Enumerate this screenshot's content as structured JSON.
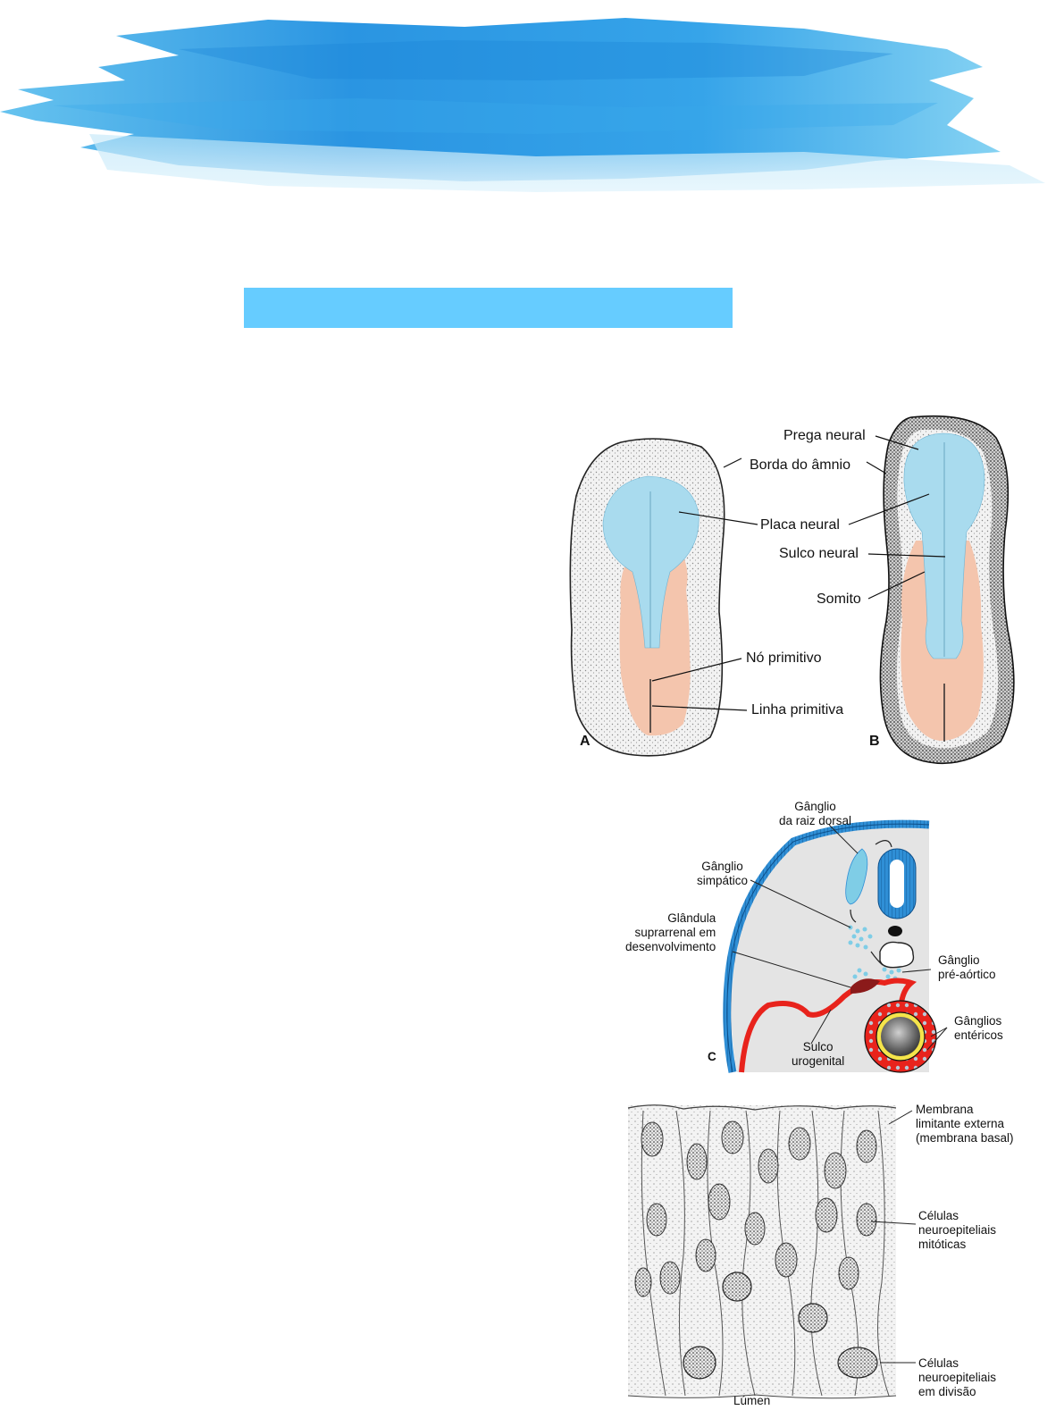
{
  "colors": {
    "banner_blue": "#2e9fe6",
    "title_bar": "#66ccff",
    "neural_blue": "#a9dbee",
    "mesoderm_peach": "#f4c5ad",
    "vessel_red": "#e8231c",
    "ectoderm_blue": "#2f8fd6"
  },
  "figure_ab": {
    "labels": {
      "prega_neural": "Prega neural",
      "borda_amnio": "Borda do âmnio",
      "placa_neural": "Placa neural",
      "sulco_neural": "Sulco neural",
      "somito": "Somito",
      "no_primitivo": "Nó primitivo",
      "linha_primitiva": "Linha primitiva",
      "letter_a": "A",
      "letter_b": "B"
    }
  },
  "figure_c": {
    "labels": {
      "ganglio_raiz_1": "Gânglio",
      "ganglio_raiz_2": "da raiz dorsal",
      "ganglio_simp_1": "Gânglio",
      "ganglio_simp_2": "simpático",
      "glandula_1": "Glândula",
      "glandula_2": "suprarrenal em",
      "glandula_3": "desenvolvimento",
      "preaortico_1": "Gânglio",
      "preaortico_2": "pré-aórtico",
      "entericos_1": "Gânglios",
      "entericos_2": "entéricos",
      "sulco_uro_1": "Sulco",
      "sulco_uro_2": "urogenital",
      "letter_c": "C"
    }
  },
  "figure_d": {
    "labels": {
      "membrana_1": "Membrana",
      "membrana_2": "limitante externa",
      "membrana_3": "(membrana basal)",
      "mitoticas_1": "Células",
      "mitoticas_2": "neuroepiteliais",
      "mitoticas_3": "mitóticas",
      "divisao_1": "Células",
      "divisao_2": "neuroepiteliais",
      "divisao_3": "em divisão",
      "lumen": "Lúmen"
    }
  }
}
